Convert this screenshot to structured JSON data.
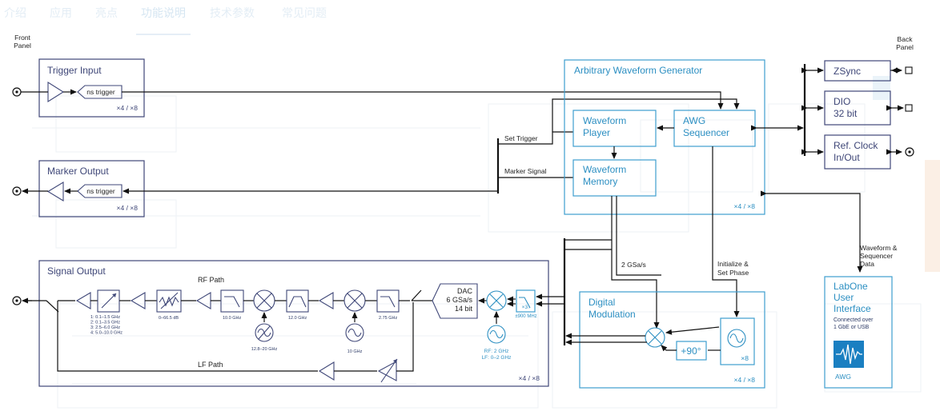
{
  "tabs": [
    "介绍",
    "应用",
    "亮点",
    "功能说明",
    "技术参数",
    "常见问题"
  ],
  "active_tab": "功能说明",
  "panels": {
    "front": [
      "Front",
      "Panel"
    ],
    "back": [
      "Back",
      "Panel"
    ]
  },
  "trigger_input": {
    "title": "Trigger Input",
    "ns": "ns trigger",
    "count": "×4 / ×8"
  },
  "marker_output": {
    "title": "Marker Output",
    "ns": "ns trigger",
    "count": "×4 / ×8"
  },
  "awg": {
    "title": "Arbitrary Waveform Generator",
    "player": [
      "Waveform",
      "Player"
    ],
    "sequencer": [
      "AWG",
      "Sequencer"
    ],
    "memory": [
      "Waveform",
      "Memory"
    ],
    "count": "×4 / ×8"
  },
  "labels": {
    "set_trigger": "Set Trigger",
    "marker_signal": "Marker Signal",
    "gsa": "2 GSa/s",
    "init": [
      "Initialize &",
      "Set Phase"
    ],
    "waveform_data": [
      "Waveform &",
      "Sequencer",
      "Data"
    ],
    "rf_path": "RF Path",
    "lf_path": "LF Path"
  },
  "back_panel": {
    "zsync": "ZSync",
    "dio": [
      "DIO",
      "32 bit"
    ],
    "refclk": [
      "Ref. Clock",
      "In/Out"
    ]
  },
  "signal_output": {
    "title": "Signal Output",
    "count": "×4 / ×8",
    "filter_bands": [
      "1: 0.1–1.5 GHz",
      "2: 0.1–3.5 GHz",
      "3: 2.5–6.0 GHz",
      "4: 5.0–10.0 GHz"
    ],
    "atten": "0–66.5 dB",
    "lp1": "10.0 GHz",
    "lo1": "12.8–20 GHz",
    "bp": "12.0 GHz",
    "lo2": "10 GHz",
    "lp2": "2.75 GHz",
    "dac": [
      "DAC",
      "6 GSa/s",
      "14 bit"
    ],
    "nco": [
      "RF: 2 GHz",
      "LF: 0–2 GHz"
    ],
    "x3": "×3↑",
    "hb": "±900 MHz"
  },
  "digital_mod": {
    "title": [
      "Digital",
      "Modulation"
    ],
    "phase": "+90°",
    "x8": "×8",
    "count": "×4 / ×8"
  },
  "labone": {
    "title": [
      "LabOne",
      "User",
      "Interface"
    ],
    "sub": [
      "Connected over",
      "1 GbE or USB"
    ],
    "app": "AWG"
  }
}
